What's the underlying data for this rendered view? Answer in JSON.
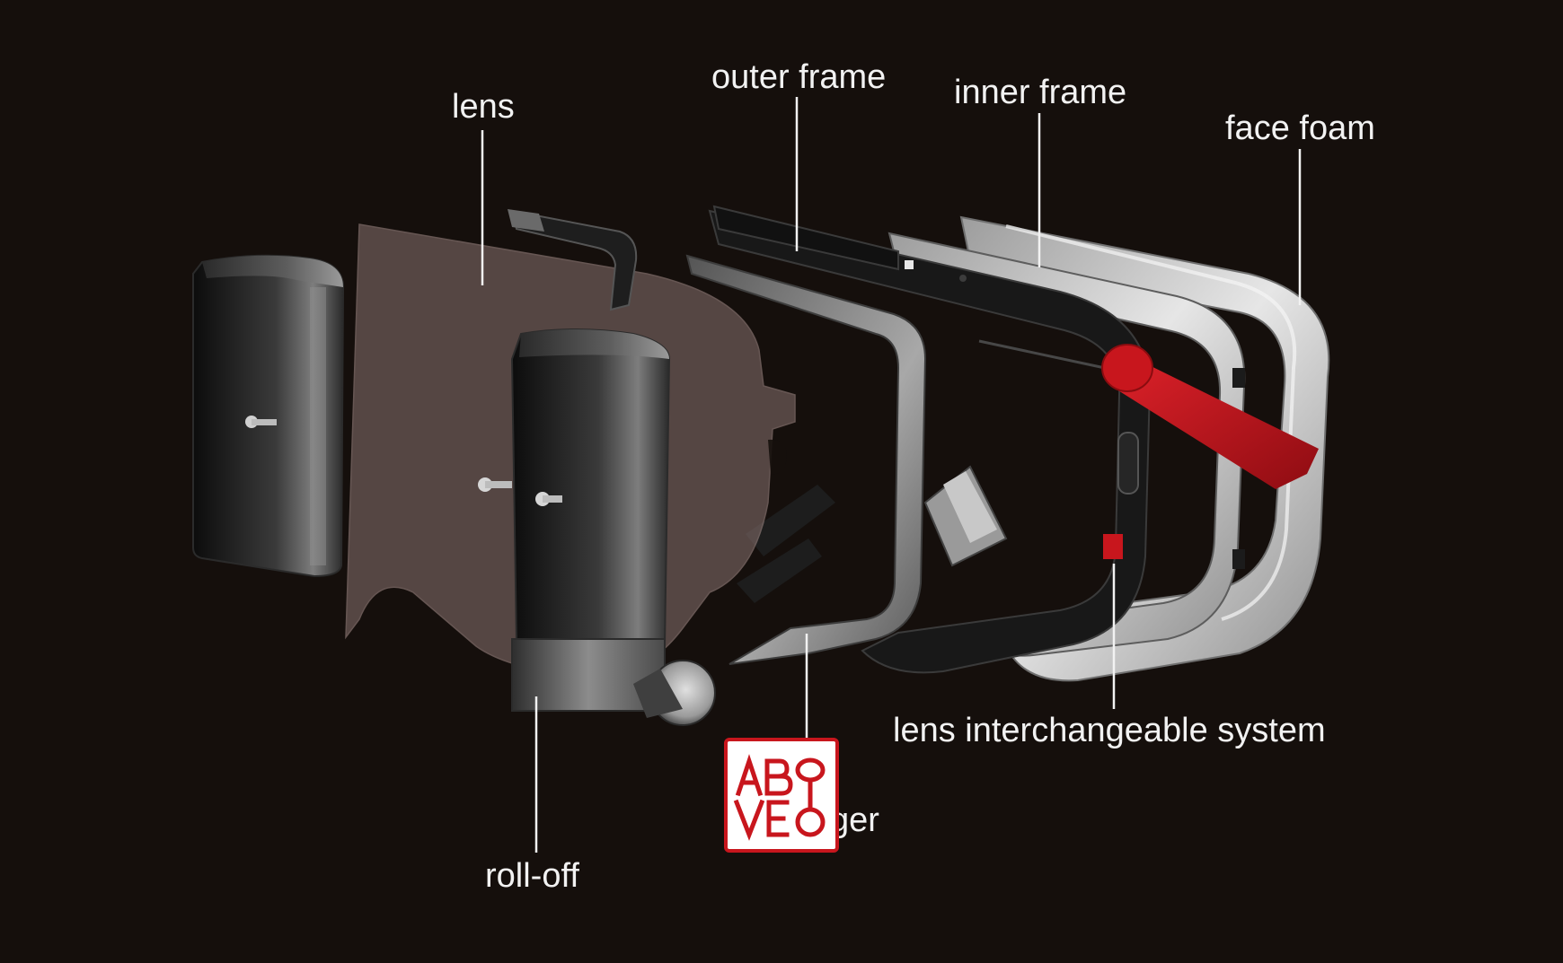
{
  "labels": {
    "lens": "lens",
    "outer_frame": "outer frame",
    "inner_frame": "inner frame",
    "face_foam": "face foam",
    "lens_interchangeable_system": "lens interchangeable system",
    "roll_off": "roll-off",
    "partial_label": "ger"
  },
  "watermark": {
    "line1": "ABO",
    "line2": "VEO"
  },
  "colors": {
    "background": "#150f0c",
    "label_text": "#f2f2f2",
    "accent_red": "#c8161d",
    "frame_grey": "#bfbfbf",
    "dark_part": "#1a1a1a",
    "lens_tint": "#8a7370"
  }
}
